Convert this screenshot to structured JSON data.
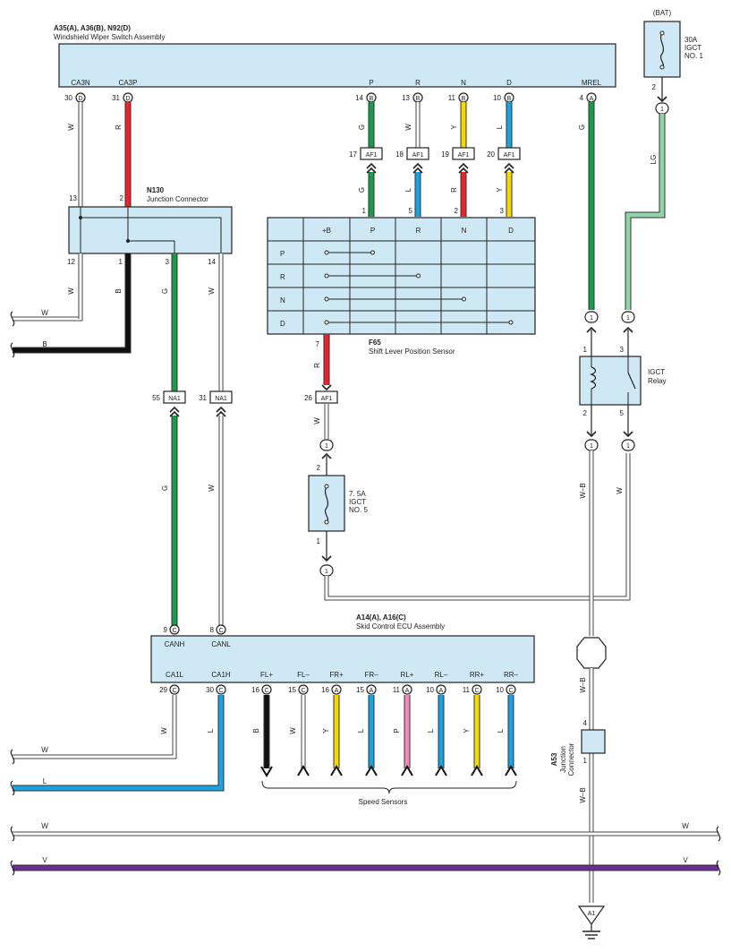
{
  "colors": {
    "box_fill": "#cfe8f5",
    "green": "#1a9a4a",
    "red": "#e8232a",
    "yellow": "#f5d800",
    "blue": "#1aa3e0",
    "black": "#111111",
    "white_wire": "#ffffff",
    "light_green": "#8fd4a6",
    "pink": "#f08cb8",
    "purple": "#6a2f8f",
    "outline": "#222222"
  },
  "wiper_switch": {
    "title": "A35(A), A36(B), N92(D)",
    "subtitle": "Windshield Wiper Switch Assembly",
    "pins": [
      {
        "label": "CA3N",
        "num": "30",
        "conn": "D",
        "wire": "W"
      },
      {
        "label": "CA3P",
        "num": "31",
        "conn": "D",
        "wire": "R"
      },
      {
        "label": "P",
        "num": "14",
        "conn": "B",
        "wire": "G"
      },
      {
        "label": "R",
        "num": "13",
        "conn": "B",
        "wire": "W"
      },
      {
        "label": "N",
        "num": "11",
        "conn": "B",
        "wire": "Y"
      },
      {
        "label": "D",
        "num": "10",
        "conn": "B",
        "wire": "L"
      },
      {
        "label": "MREL",
        "num": "4",
        "conn": "A",
        "wire": "G"
      }
    ]
  },
  "fuse_30a": {
    "source": "(BAT)",
    "lines": [
      "30A",
      "IGCT",
      "NO. 1"
    ],
    "pin": "2",
    "conn": "1",
    "wire": "LG"
  },
  "af1_connectors": [
    {
      "num": "17",
      "label": "AF1",
      "wire": "G",
      "pin": "1"
    },
    {
      "num": "18",
      "label": "AF1",
      "wire": "L",
      "pin": "5"
    },
    {
      "num": "19",
      "label": "AF1",
      "wire": "R",
      "pin": "2"
    },
    {
      "num": "20",
      "label": "AF1",
      "wire": "Y",
      "pin": "3"
    }
  ],
  "junction_n130": {
    "title": "N130",
    "subtitle": "Junction Connector",
    "top_pins": [
      "13",
      "2"
    ],
    "bottom_pins": [
      "12",
      "1",
      "3",
      "14"
    ],
    "wires": [
      "W",
      "B",
      "G",
      "W"
    ]
  },
  "shift_sensor": {
    "title": "F65",
    "subtitle": "Shift Lever Position Sensor",
    "header": [
      "+B",
      "P",
      "R",
      "N",
      "D"
    ],
    "rows": [
      "P",
      "R",
      "N",
      "D"
    ],
    "out_pin": "7",
    "out_wire": "R"
  },
  "left_buses": [
    {
      "label": "W"
    },
    {
      "label": "B"
    }
  ],
  "na1_connectors": [
    {
      "num": "55",
      "label": "NA1",
      "wire": "G"
    },
    {
      "num": "31",
      "label": "NA1",
      "wire": "W"
    }
  ],
  "af1_26": {
    "num": "26",
    "label": "AF1",
    "wire": "W"
  },
  "fuse_75a": {
    "lines": [
      "7. 5A",
      "IGCT",
      "NO. 5"
    ],
    "pin_top": "2",
    "pin_bottom": "1",
    "conn": "1"
  },
  "relay": {
    "lines": [
      "IGCT",
      "Relay"
    ],
    "pins": [
      "1",
      "3",
      "2",
      "5"
    ],
    "conn": "1",
    "wires": [
      "W–B",
      "W"
    ]
  },
  "ecu": {
    "title": "A14(A), A16(C)",
    "subtitle": "Skid Control ECU Assembly",
    "top_pins": [
      {
        "num": "9",
        "conn": "C",
        "label": "CANH"
      },
      {
        "num": "8",
        "conn": "C",
        "label": "CANL"
      }
    ],
    "bottom_pins": [
      {
        "label": "CA1L",
        "num": "29",
        "conn": "C",
        "wire": "W"
      },
      {
        "label": "CA1H",
        "num": "30",
        "conn": "C",
        "wire": "L"
      },
      {
        "label": "FL+",
        "num": "16",
        "conn": "C",
        "wire": "B"
      },
      {
        "label": "FL–",
        "num": "15",
        "conn": "C",
        "wire": "W"
      },
      {
        "label": "FR+",
        "num": "16",
        "conn": "A",
        "wire": "Y"
      },
      {
        "label": "FR–",
        "num": "15",
        "conn": "A",
        "wire": "L"
      },
      {
        "label": "RL+",
        "num": "11",
        "conn": "A",
        "wire": "P"
      },
      {
        "label": "RL–",
        "num": "10",
        "conn": "A",
        "wire": "L"
      },
      {
        "label": "RR+",
        "num": "11",
        "conn": "C",
        "wire": "Y"
      },
      {
        "label": "RR–",
        "num": "10",
        "conn": "C",
        "wire": "L"
      }
    ],
    "speed_sensors": "Speed Sensors"
  },
  "bottom_left_buses": [
    {
      "label": "W"
    },
    {
      "label": "L"
    }
  ],
  "a53": {
    "title": "A53",
    "lines": [
      "Junction",
      "Connector"
    ],
    "pin_top": "4",
    "pin_bottom": "1",
    "wire_top": "W–B",
    "wire_bottom": "W–B"
  },
  "ground": {
    "label": "A1"
  },
  "bottom_buses": [
    {
      "label": "W"
    },
    {
      "label": "V"
    }
  ]
}
